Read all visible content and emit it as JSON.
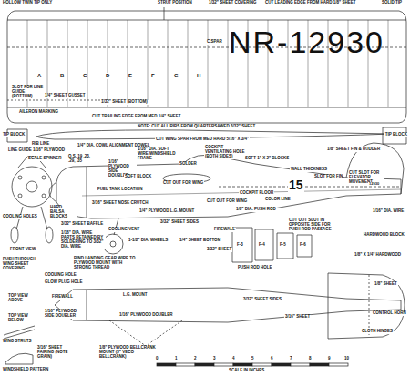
{
  "diagram": {
    "labels": [
      "HOLLOW TWIN TIP ONLY",
      "STRUT POSITION",
      "1/32\" SHEET COVERING",
      "CUT LEADING EDGE FROM HARD 1/8\" SHEET",
      "SOLID TIP",
      "C.SPAR",
      "NR-12930",
      "A",
      "B",
      "C",
      "D",
      "E",
      "F",
      "G",
      "H",
      "SLOT FOR LINE GUIDE (BOTTOM)",
      "1/4\" SHEET GUSSET",
      "AILERON MARKING",
      "1/32\" SHEET (BOTTOM)",
      "CUT TRAILING EDGE FROM MED 1/4\" SHEET",
      "NOTE: CUT ALL RIBS FROM QUARTERSAWED 3/32\" SHEET",
      "TIP BLOCK",
      "CUT WING SPAR FROM MED HARD 5/16\" X 3/4\"",
      "TIP BLOCK",
      "RIB LINE",
      "LINE GUIDE 1/16\" PLYWOOD",
      "1/4\" DIA. COWL ALIGNMENT DOWEL",
      "1/16\" DIA. SOFT WIRE WINDSHIELD FRAME",
      "COCKPIT VENTILATING HOLE (BOTH SIDES)",
      "SCALE SPINNER",
      "O.S. 19 .23, .29, .35",
      "1/16\" PLYWOOD SIDE DOUBLER",
      "SOLDER",
      "SOFT 1\" X 2\" BLOCKS",
      "WALL THICKNESS",
      "1/8\" SHEET FIN & RUDDER",
      "SLOT FOR FIN",
      "CUT SLOT FOR ELEVATOR MOVEMENT",
      "SOFT BLOCK",
      "CUT OUT FOR WING",
      "FUEL TANK LOCATION",
      "3/16\" SHEET NOSE CRUTCH",
      "CUT OUT FOR WING",
      "COCKPIT FLOOR",
      "COLOR LINE",
      "1/4\" PLYWOOD L.G. MOUNT",
      "1/8\" DIA. PUSH ROD",
      "3/32\" SHEET SIDES",
      "15",
      "12930",
      "1/16\" DIA. WIRE",
      "CUT OUT SLOT IN OPPOSITE SIDE FOR PUSH ROD PASSAGE",
      "HARDWOOD BLOCK",
      "1/8\" X 1/4\" HARDWOOD",
      "COOLING HOLES",
      "HARD BALSA BLOCKS",
      "3/32\" SHEET BAFFLE",
      "1/16\" DIA. WIRE PARTS RETAINED BY SOLDERING TO 3/32\" DIA. WIRE",
      "COOLING VENT",
      "1-1/2\" DIA. WHEELS",
      "FIREWALL",
      "1/4\" SHEET BOTTOM",
      "3/32\" SHEET",
      "F-3",
      "F-4",
      "F-5",
      "F-6",
      "PUSH ROD HOLE",
      "FRONT VIEW",
      "PUSH THROUGH WING SHEET COVERING",
      "BIND LANDING GEAR WIRE TO PLYWOOD MOUNT WITH STRONG THREAD",
      "COOLING HOLE",
      "GLOW PLUG HOLE",
      "FIREWALL",
      "L.G. MOUNT",
      "TOP VIEW ABOVE",
      "TOP VIEW BELOW",
      "1/16\" PLYWOOD SIDE DOUBLER",
      "1/16\" PLYWOOD DOUBLER",
      "3/32\" SHEET SIDES",
      "3/16\" SHEET",
      "1/8\" SHEET",
      "CONTROL HORN",
      "CLOTH HINGES",
      "WING STRUTS",
      "3/16\" SHEET FAIRING (NOTE GRAIN)",
      "1/8\" PLYWOOD BELLCRANK MOUNT (3\" VECO BELLCRANK)",
      "WINDSHIELD PATTERN",
      "0",
      "1",
      "2",
      "3",
      "4",
      "5",
      "6",
      "7",
      "8",
      "9",
      "10",
      "SCALE IN INCHES"
    ]
  }
}
